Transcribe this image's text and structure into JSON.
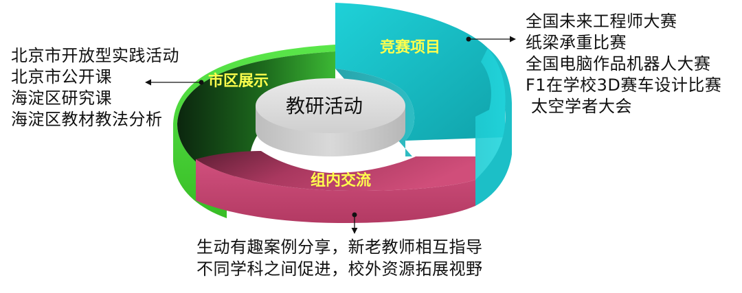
{
  "center_label": "教研活动",
  "segments": {
    "competition": {
      "label": "竞赛项目",
      "color": "#1ec8cf",
      "items": [
        "全国未来工程师大赛",
        "纸梁承重比赛",
        "全国电脑作品机器人大赛",
        "F1在学校3D赛车设计比赛",
        "太空学者大会"
      ]
    },
    "city_district": {
      "label": "市区展示",
      "color": "#3cb41e",
      "items": [
        "北京市开放型实践活动",
        "北京市公开课",
        "海淀区研究课",
        "海淀区教材教法分析"
      ]
    },
    "group_exchange": {
      "label": "组内交流",
      "color": "#c2436e",
      "items": [
        "生动有趣案例分享，新老教师相互指导",
        "不同学科之间促进，校外资源拓展视野"
      ]
    }
  },
  "colors": {
    "segment_label_text": "#ffff4d",
    "arrow": "#111111",
    "center_disk": "#d4d4d4"
  }
}
